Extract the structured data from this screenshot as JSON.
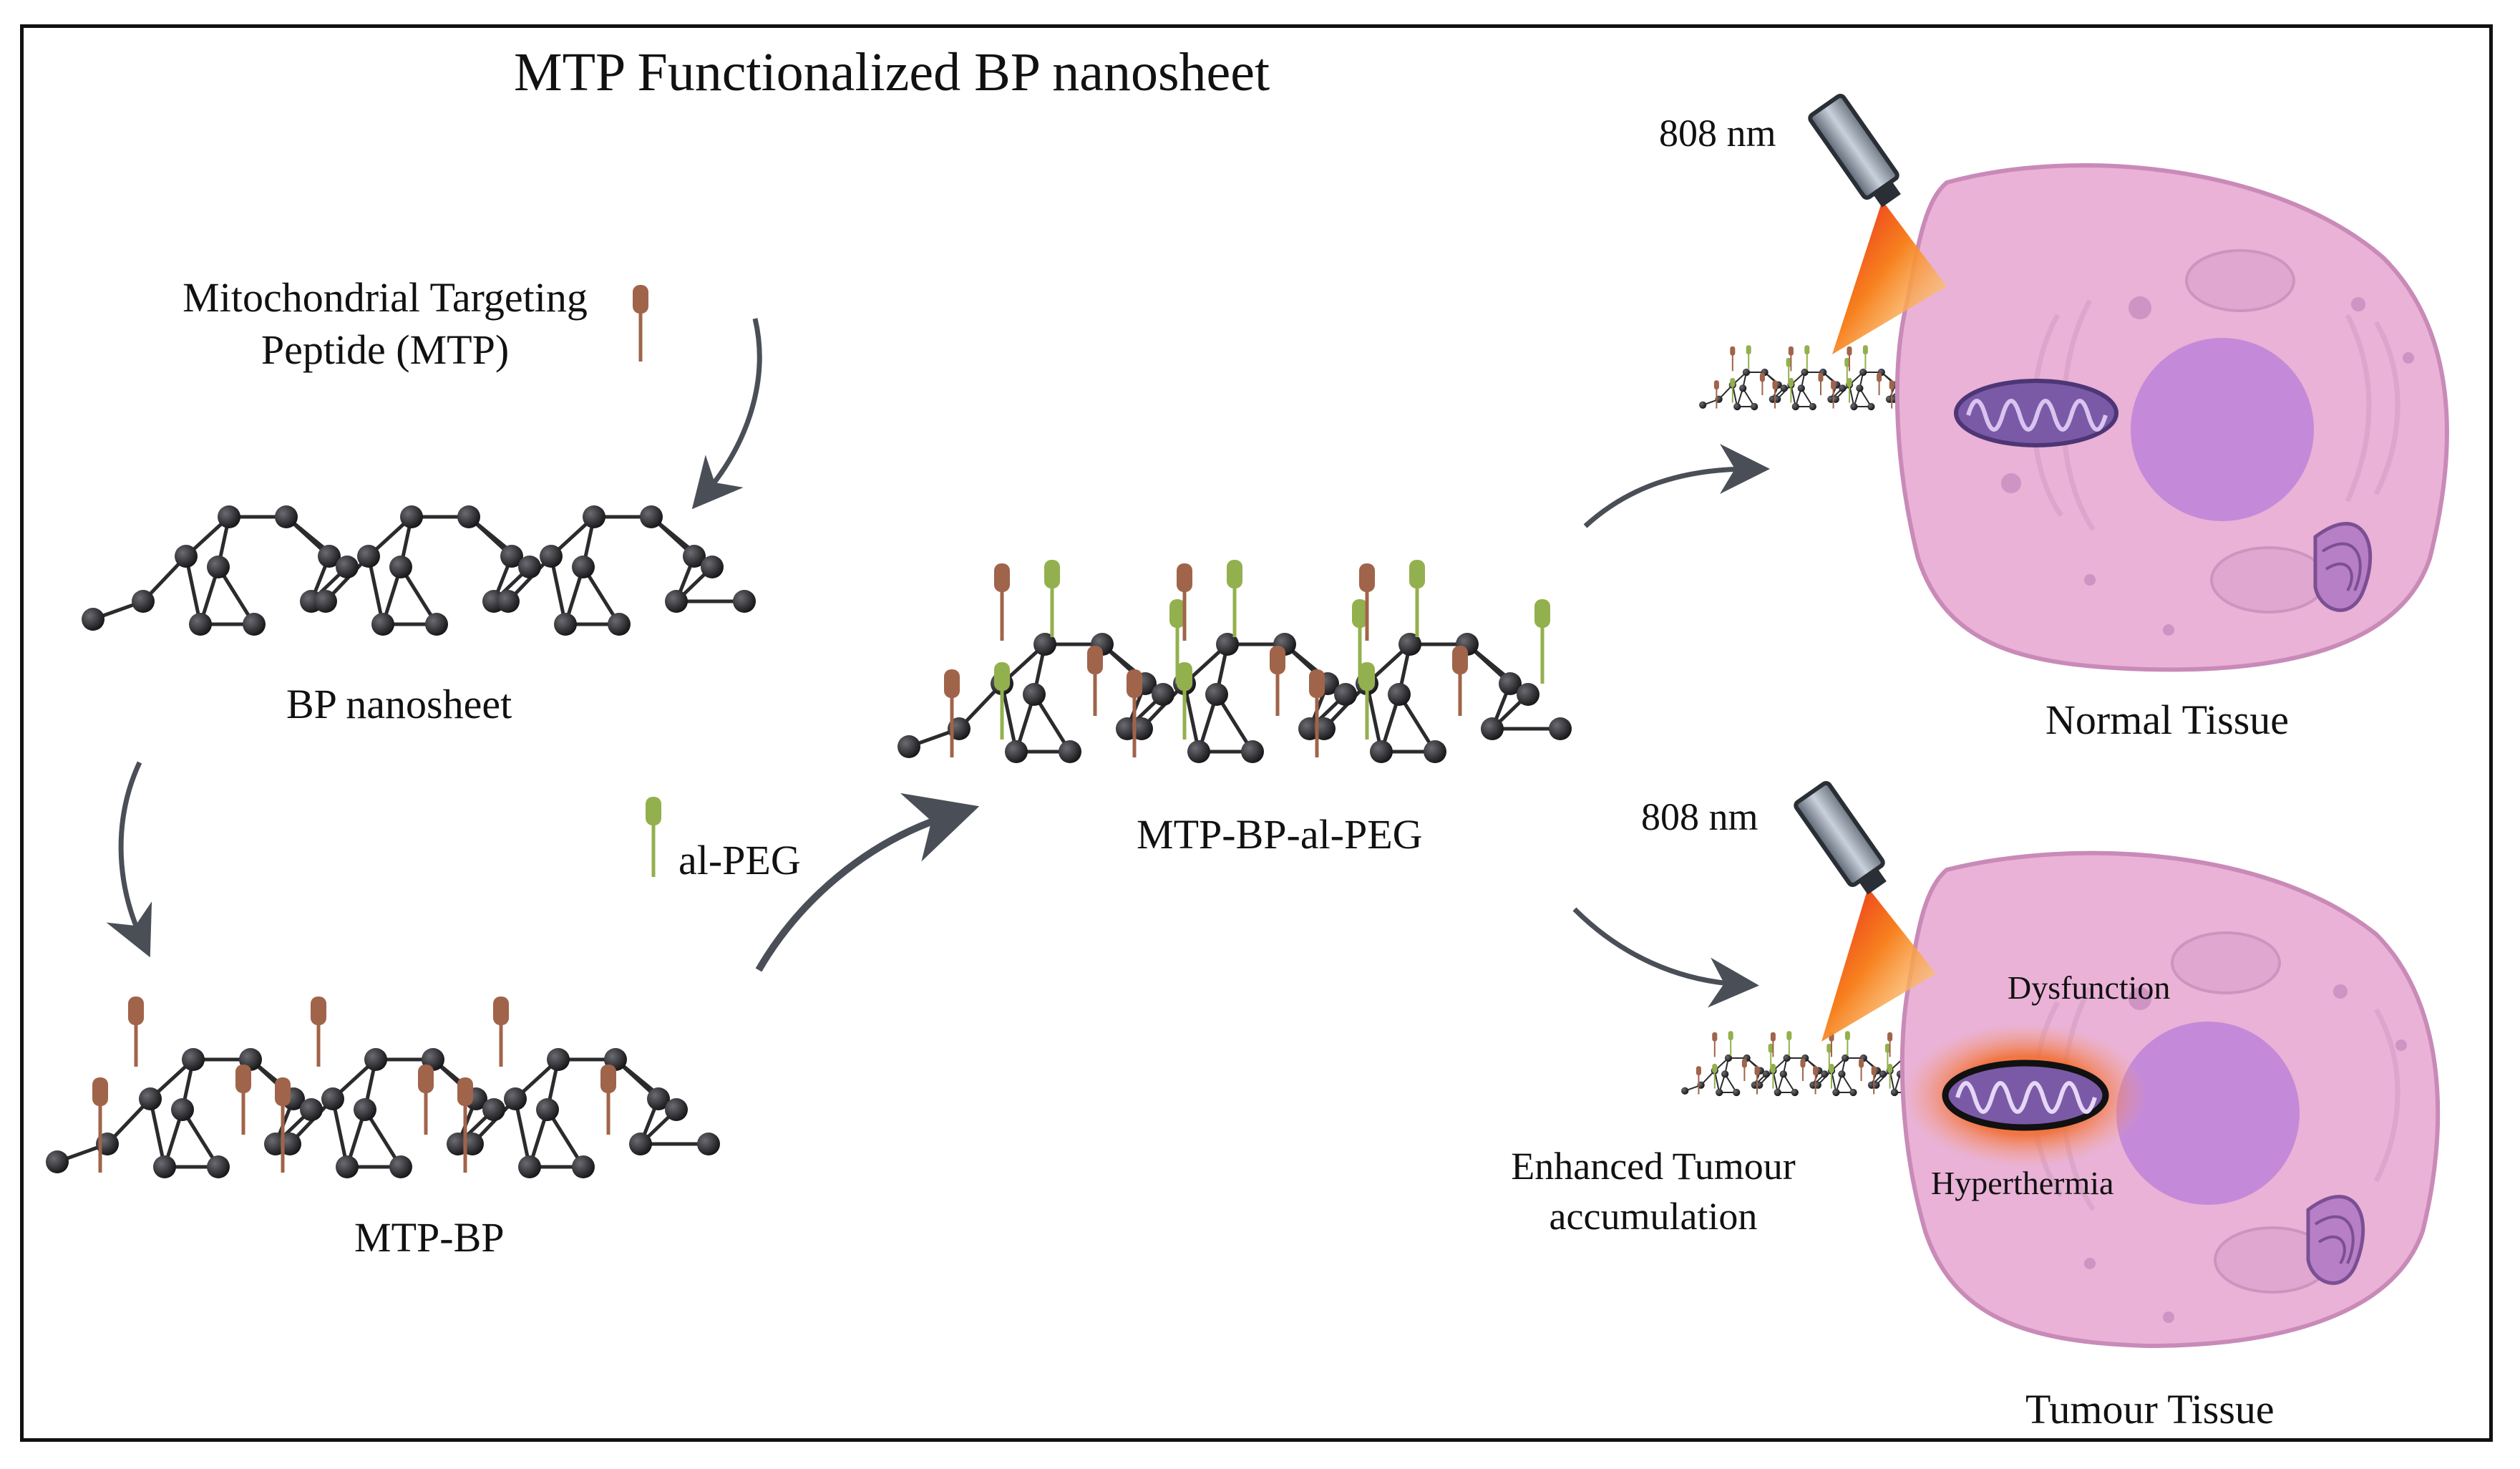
{
  "title": "MTP Functionalized BP nanosheet",
  "legend": {
    "mtp_line1": "Mitochondrial Targeting",
    "mtp_line2": "Peptide (MTP)",
    "peg": "al-PEG"
  },
  "stages": {
    "bp": "BP nanosheet",
    "mtp_bp": "MTP-BP",
    "mtp_bp_peg": "MTP-BP-al-PEG"
  },
  "normal": {
    "laser": "808 nm",
    "label": "Normal Tissue"
  },
  "tumour": {
    "laser": "808 nm",
    "label": "Tumour Tissue",
    "dysfunction": "Dysfunction",
    "hyperthermia": "Hyperthermia",
    "accum_line1": "Enhanced Tumour",
    "accum_line2": "accumulation"
  },
  "colors": {
    "mtp": "#a0644a",
    "peg": "#93b04e",
    "atom": "#2a2a2e",
    "cell": "#e9b2d6",
    "nucleus": "#c48ad9",
    "mitochondrion": "#7a5aa6",
    "laser_beam": "#f25a16",
    "arrow": "#4a4f57"
  }
}
